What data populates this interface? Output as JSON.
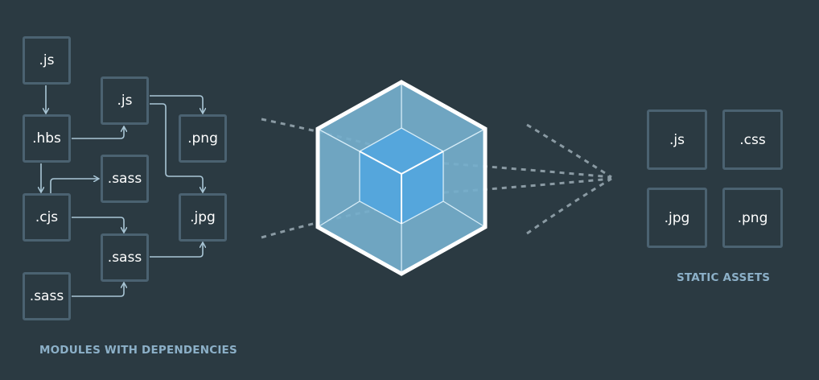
{
  "modules": {
    "caption": "MODULES WITH DEPENDENCIES",
    "items": [
      ".js",
      ".hbs",
      ".cjs",
      ".sass",
      ".js",
      ".sass",
      ".sass",
      ".png",
      ".jpg"
    ]
  },
  "assets": {
    "caption": "STATIC ASSETS",
    "items": [
      ".js",
      ".css",
      ".jpg",
      ".png"
    ]
  },
  "colors": {
    "background": "#2b3a42",
    "box_border": "#4b6271",
    "arrow": "#a9c6d6",
    "cube_outer": "#75afcc",
    "cube_inner": "#55a6dc"
  }
}
